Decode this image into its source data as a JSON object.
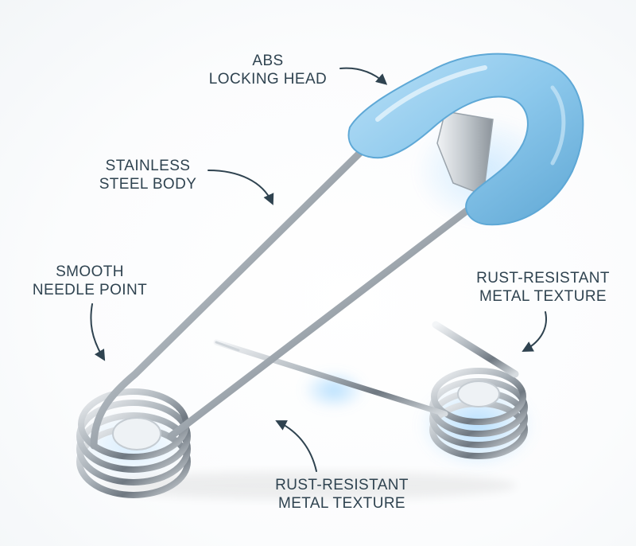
{
  "colors": {
    "head": "#8cc8ec",
    "head_dark": "#5ea8d6",
    "steel": "#9aa3ab",
    "steel_light": "#e9edf0",
    "glow": "#6fc0ff",
    "label_text": "#2f4350"
  },
  "labels": {
    "abs_head": [
      "ABS",
      "LOCKING HEAD"
    ],
    "steel_body": [
      "STAINLESS",
      "STEEL BODY"
    ],
    "needle_point": [
      "SMOOTH",
      "NEEDLE POINT"
    ],
    "rust_right": [
      "RUST-RESISTANT",
      "METAL TEXTURE"
    ],
    "rust_bottom": [
      "RUST-RESISTANT",
      "METAL TEXTURE"
    ]
  }
}
